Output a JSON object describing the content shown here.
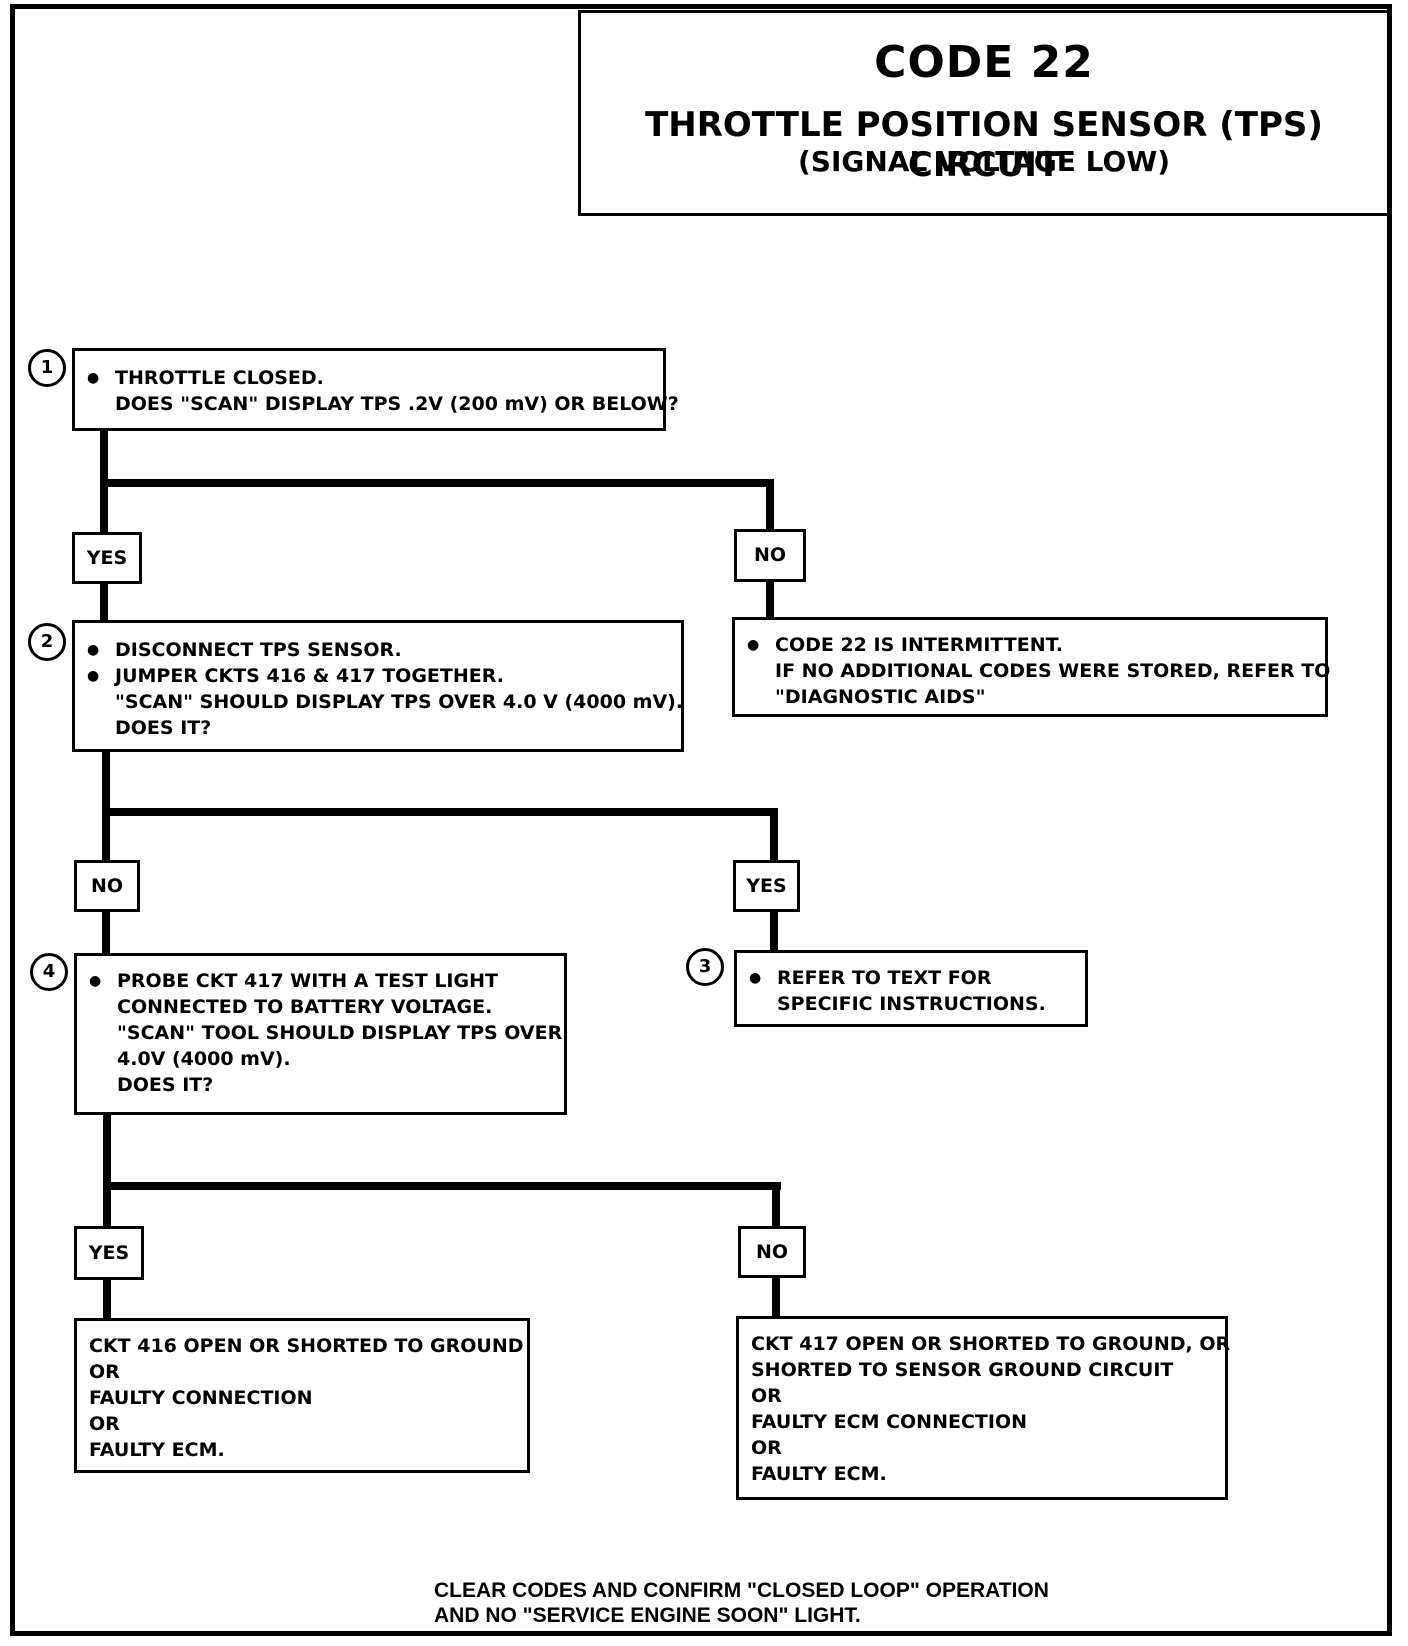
{
  "title": {
    "code": "CODE 22",
    "circuit": "THROTTLE POSITION SENSOR (TPS) CIRCUIT",
    "condition": "(SIGNAL VOLTAGE LOW)"
  },
  "steps": {
    "s1": {
      "num": "1",
      "lines": [
        "THROTTLE CLOSED.",
        "DOES \"SCAN\" DISPLAY TPS .2V (200 mV) OR BELOW?"
      ]
    },
    "s2": {
      "num": "2",
      "lines": [
        "DISCONNECT TPS SENSOR.",
        "JUMPER CKTS 416 & 417 TOGETHER.",
        "\"SCAN\" SHOULD DISPLAY TPS OVER  4.0 V (4000 mV).",
        "DOES IT?"
      ]
    },
    "s3": {
      "num": "3",
      "lines": [
        "REFER TO TEXT  FOR",
        "SPECIFIC INSTRUCTIONS."
      ]
    },
    "s4": {
      "num": "4",
      "lines": [
        "PROBE CKT 417 WITH A TEST LIGHT",
        "CONNECTED TO BATTERY VOLTAGE.",
        "\"SCAN\" TOOL SHOULD DISPLAY TPS OVER",
        "4.0V (4000 mV).",
        "DOES IT?"
      ]
    },
    "intermittent": {
      "lines": [
        "CODE 22 IS INTERMITTENT.",
        "IF NO ADDITIONAL CODES WERE STORED, REFER TO",
        "\"DIAGNOSTIC  AIDS\""
      ]
    },
    "result_yes": {
      "lines": [
        "CKT 416 OPEN OR SHORTED TO GROUND",
        "OR",
        "FAULTY CONNECTION",
        "OR",
        "FAULTY ECM."
      ]
    },
    "result_no": {
      "lines": [
        "CKT 417 OPEN OR SHORTED TO GROUND, OR",
        "SHORTED TO SENSOR GROUND CIRCUIT",
        "OR",
        "FAULTY ECM CONNECTION",
        "OR",
        "FAULTY ECM."
      ]
    }
  },
  "branches": {
    "yes": "YES",
    "no": "NO"
  },
  "footer": {
    "line1": "CLEAR CODES AND CONFIRM \"CLOSED LOOP\" OPERATION",
    "line2": "AND NO \"SERVICE ENGINE SOON\" LIGHT."
  }
}
